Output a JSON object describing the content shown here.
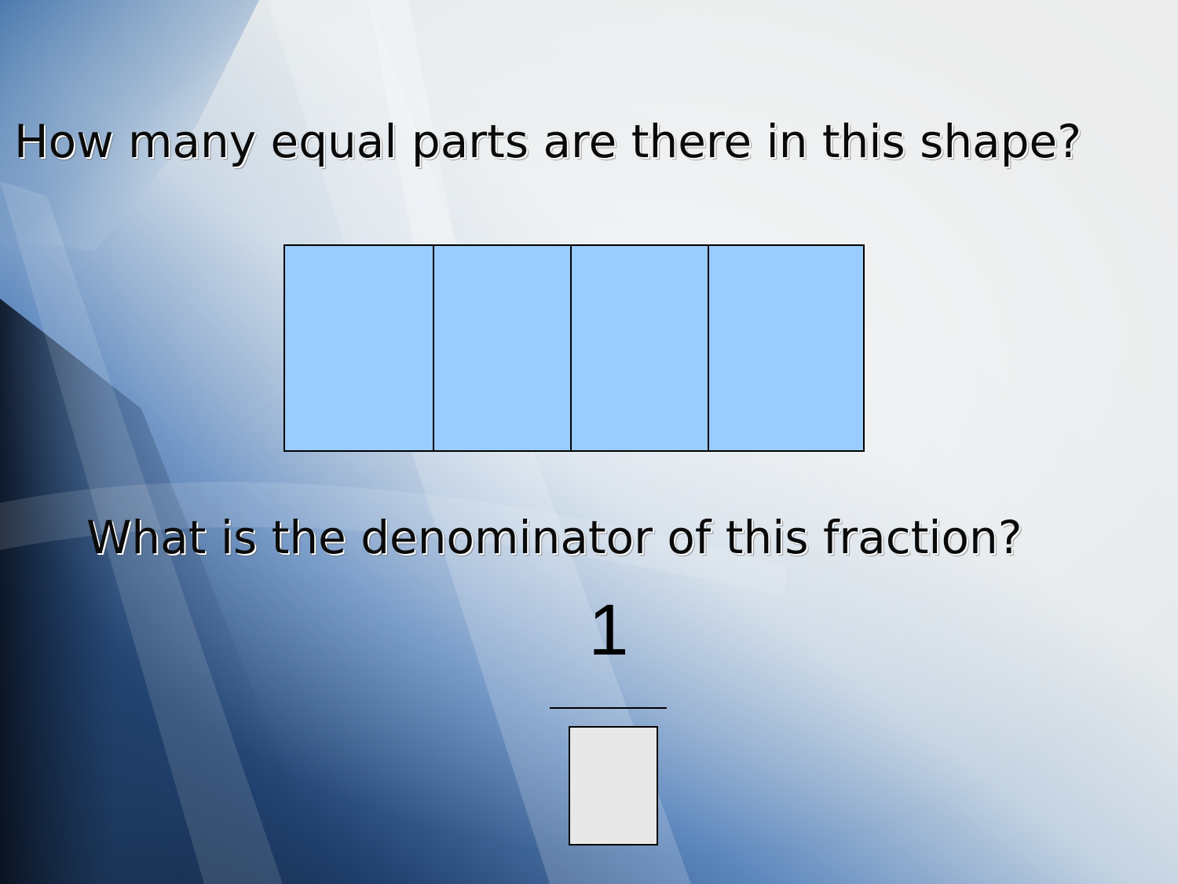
{
  "slide": {
    "question_1": "How many equal parts are there in this shape?",
    "question_2": "What is the denominator of this fraction?",
    "shape": {
      "parts": 4,
      "fill_color": "#99ccff",
      "border_color": "#000000"
    },
    "fraction": {
      "numerator": "1",
      "denominator": ""
    },
    "colors": {
      "background_light": "#e9eced",
      "background_blue": "#3d6fb0",
      "background_dark": "#0e1a2c"
    }
  }
}
